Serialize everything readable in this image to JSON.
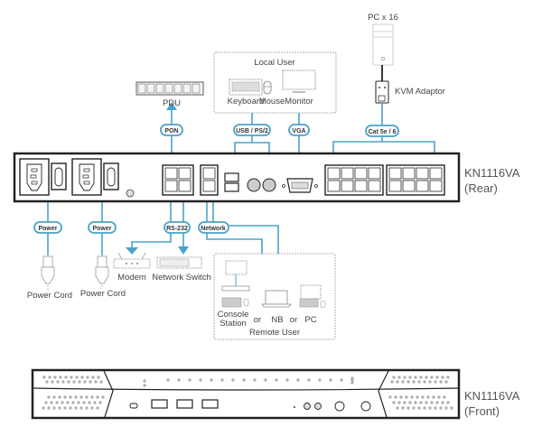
{
  "diagram": {
    "rear_unit": {
      "model": "KN1116VA",
      "view": "(Rear)"
    },
    "front_unit": {
      "model": "KN1116VA",
      "view": "(Front)"
    },
    "top": {
      "pdu_label": "PDU",
      "pon_label": "PON",
      "local_user": {
        "title": "Local User",
        "keyboard": "Keyboard",
        "mouse": "Mouse",
        "monitor": "Monitor"
      },
      "usb_ps2_label": "USB / PS/2",
      "vga_label": "VGA",
      "pc_label": "PC x 16",
      "kvm_adaptor_label": "KVM Adaptor",
      "cat_label": "Cat 5e / 6"
    },
    "bottom": {
      "power1_label": "Power",
      "power2_label": "Power",
      "power_cord1": "Power Cord",
      "power_cord2": "Power Cord",
      "rs232_label": "RS-232",
      "network_label": "Network",
      "modem": "Modem",
      "network_switch": "Network Switch",
      "remote_user": {
        "title": "Remote User",
        "console_station_line1": "Console",
        "console_station_line2": "Station",
        "or1": "or",
        "nb": "NB",
        "or2": "or",
        "pc": "PC"
      }
    },
    "colors": {
      "cable": "#4aa3c8",
      "device_outline": "#222222"
    }
  }
}
